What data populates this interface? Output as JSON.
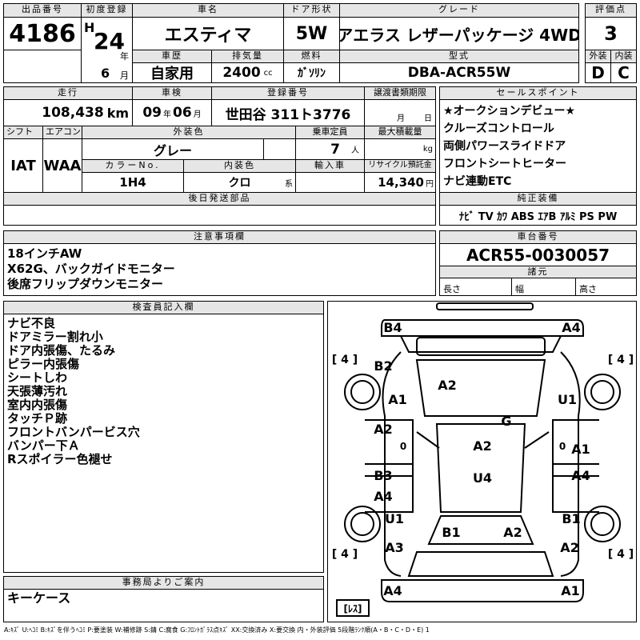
{
  "header": {
    "lot_label": "出品番号",
    "lot": "4186",
    "first_reg_label": "初度登録",
    "era": "H",
    "year": "24",
    "year_unit": "年",
    "month": "6",
    "month_unit": "月",
    "name_label": "車名",
    "name": "エスティマ",
    "door_label": "ドア形状",
    "door": "5W",
    "grade_label": "グレード",
    "grade": "アエラス レザーパッケージ 4WD",
    "score_label": "評価点",
    "score": "3",
    "history_label": "車歴",
    "history": "自家用",
    "displacement_label": "排気量",
    "displacement": "2400",
    "cc": "cc",
    "fuel_label": "燃料",
    "fuel": "ｶﾞｿﾘﾝ",
    "model_label": "型式",
    "model": "DBA-ACR55W",
    "ext_grade_label": "外装",
    "ext_grade": "D",
    "int_grade_label": "内装",
    "int_grade": "C"
  },
  "row2": {
    "mileage_label": "走行",
    "mileage": "108,438",
    "km": "km",
    "inspection_label": "車検",
    "insp_year": "09",
    "insp_year_unit": "年",
    "insp_month": "06",
    "insp_month_unit": "月",
    "plate_label": "登録番号",
    "plate": "世田谷 311ト3776",
    "transfer_label": "譲渡書類期限",
    "transfer_month_unit": "月",
    "transfer_day_unit": "日",
    "shift_label": "シフト",
    "shift": "IAT",
    "ac_label": "エアコン",
    "ac": "WAA",
    "ext_color_label": "外装色",
    "ext_color": "グレー",
    "capacity_label": "乗車定員",
    "capacity": "7",
    "capacity_unit": "人",
    "max_load_label": "最大積載量",
    "max_load_unit": "kg",
    "color_no_label": "カラーNo.",
    "color_no": "1H4",
    "int_color_label": "内装色",
    "int_color": "クロ",
    "int_color_suffix": "系",
    "import_label": "輸入車",
    "recycle_label": "リサイクル預託金",
    "recycle": "14,340",
    "yen": "円",
    "later_parts_label": "後日発送部品"
  },
  "sales": {
    "label": "セールスポイント",
    "items": [
      "★オークションデビュー★",
      "クルーズコントロール",
      "両側パワースライドドア",
      "フロントシートヒーター",
      "ナビ連動ETC"
    ]
  },
  "equipment": {
    "label": "純正装備",
    "value": "ﾅﾋﾞ TV ｶﾜ ABS ｴｱB ｱﾙﾐ PS PW"
  },
  "notes": {
    "label": "注意事項欄",
    "items": [
      "18インチAW",
      "X62G、バックガイドモニター",
      "後席フリップダウンモニター"
    ]
  },
  "chassis": {
    "label": "車台番号",
    "value": "ACR55-0030057",
    "spec_label": "諸元",
    "length_label": "長さ",
    "width_label": "幅",
    "height_label": "高さ"
  },
  "inspector": {
    "label": "検査員記入欄",
    "items": [
      "ナビ不良",
      "ドアミラー割れ小",
      "ドア内張傷、たるみ",
      "ピラー内張傷",
      "シートしわ",
      "天張薄汚れ",
      "室内内張傷",
      "タッチＰ跡",
      "フロントバンパービス穴",
      "バンパー下Ａ",
      "Rスポイラー色褪せ"
    ]
  },
  "office": {
    "label": "事務局よりご案内",
    "value": "キーケース"
  },
  "diagram": {
    "marks": [
      "B4",
      "A4",
      "B2",
      "A1",
      "A2",
      "U1",
      "G",
      "A2",
      "0",
      "A2",
      "0",
      "A1",
      "U4",
      "B3",
      "A4",
      "A4",
      "U1",
      "B1",
      "A2",
      "B1",
      "A3",
      "A2",
      "A4",
      "A1"
    ],
    "tires": [
      "[ 4 ]",
      "[ 4 ]",
      "[ 4 ]",
      "[ 4 ]"
    ],
    "spare": "[ﾚｽ]"
  },
  "legend": "A:ｷｽﾞ U:ﾍｺﾐ B:ｷｽﾞを伴うﾍｺﾐ P:要塗装 W:補修跡 S:錆 C:腐食 G:ﾌﾛﾝﾄｶﾞﾗｽ点ｷｽﾞ XX:交換済み X:要交換 内・外装評価 5段階ﾗﾝｸ順(A・B・C・D・E) 1"
}
